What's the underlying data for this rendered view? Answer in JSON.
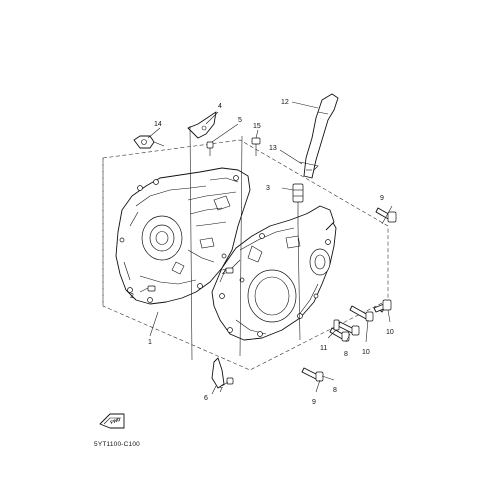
{
  "diagram": {
    "drawing_code": "5YT1100-C100",
    "fwd_label": "FWD",
    "callouts": [
      "1",
      "2",
      "2",
      "3",
      "4",
      "5",
      "6",
      "7",
      "8",
      "8",
      "9",
      "9",
      "10",
      "10",
      "11",
      "12",
      "13",
      "14",
      "15"
    ]
  }
}
